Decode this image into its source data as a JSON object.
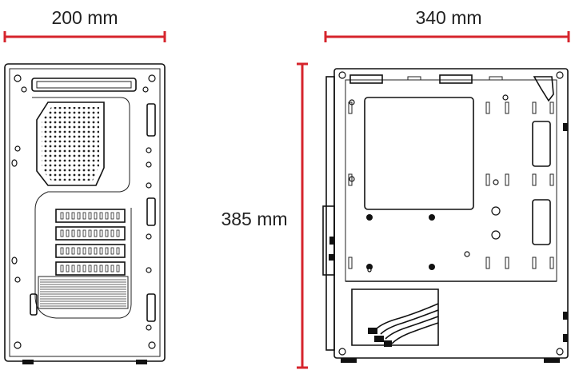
{
  "dimensions": {
    "width_label": "200 mm",
    "depth_label": "340 mm",
    "height_label": "385 mm"
  },
  "colors": {
    "dimension_line": "#d6242c",
    "outline": "#111111",
    "background": "#ffffff"
  },
  "views": [
    "front-view",
    "side-view"
  ]
}
